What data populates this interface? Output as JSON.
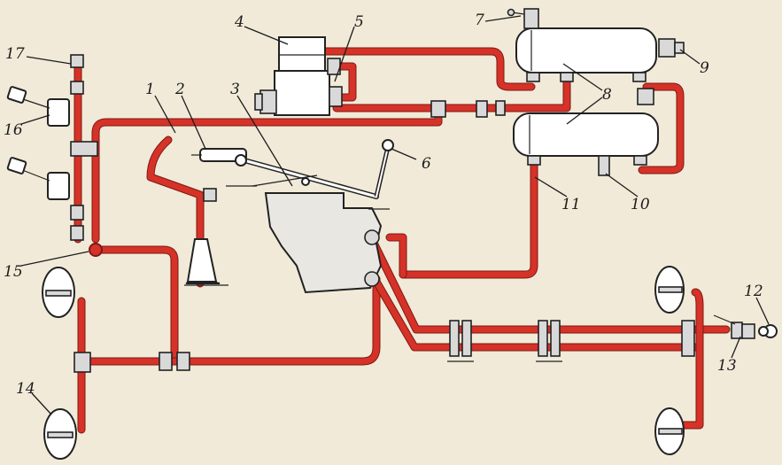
{
  "colors": {
    "pipe": "#d63228",
    "pipe_edge": "#7a1a14",
    "background": "#f1ead8",
    "outline": "#222222"
  },
  "callouts": [
    {
      "id": "1",
      "text": "1"
    },
    {
      "id": "2",
      "text": "2"
    },
    {
      "id": "3",
      "text": "3"
    },
    {
      "id": "4",
      "text": "4"
    },
    {
      "id": "5",
      "text": "5"
    },
    {
      "id": "6",
      "text": "6"
    },
    {
      "id": "7",
      "text": "7"
    },
    {
      "id": "8",
      "text": "8"
    },
    {
      "id": "9",
      "text": "9"
    },
    {
      "id": "10",
      "text": "10"
    },
    {
      "id": "11",
      "text": "11"
    },
    {
      "id": "12",
      "text": "12"
    },
    {
      "id": "13",
      "text": "13"
    },
    {
      "id": "14",
      "text": "14"
    },
    {
      "id": "15",
      "text": "15"
    },
    {
      "id": "16",
      "text": "16"
    },
    {
      "id": "17",
      "text": "17"
    }
  ]
}
